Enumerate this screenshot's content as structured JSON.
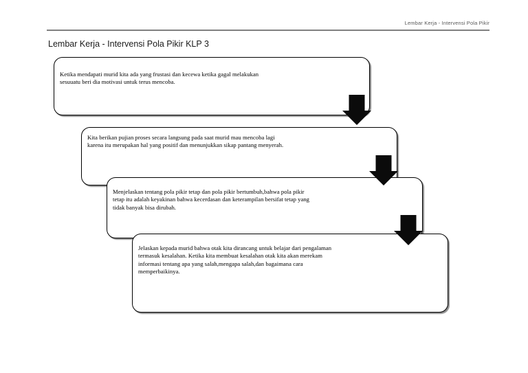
{
  "header": {
    "running_header": "Lembar Kerja - Intervensi Pola Pikir",
    "title": "Lembar Kerja - Intervensi Pola Pikir KLP 3"
  },
  "flow": {
    "steps": [
      {
        "id": "step-1",
        "text": "Ketika mendapati murid kita ada yang frustasi dan kecewa ketika gagal melakukan\nsesuuatu beri dia motivasi untuk terus mencoba."
      },
      {
        "id": "step-2",
        "text": "Kita berikan pujian proses secara langsung pada saat murid mau mencoba lagi\nkarena itu merupakan hal yang positif dan menunjukkan sikap pantang menyerah."
      },
      {
        "id": "step-3",
        "text": "Menjelaskan tentang pola pikir tetap dan pola pikir bertumbuh,bahwa pola pikir\ntetap itu adalah keyakinan bahwa kecerdasan dan keterampilan bersifat tetap yang\ntidak banyak bisa dirubah."
      },
      {
        "id": "step-4",
        "text": "Jelaskan kepada murid bahwa otak kita dirancang untuk belajar dari pengalaman\ntermasuk kesalahan. Ketika kita membuat kesalahan otak kita akan merekam\ninformasi tentang apa yang salah,mengapa salah,dan bagaimana cara\nmemperbaikinya."
      }
    ],
    "connectors": [
      {
        "id": "connector-1",
        "icon": "arrow-down-icon"
      },
      {
        "id": "connector-2",
        "icon": "arrow-down-icon"
      },
      {
        "id": "connector-3",
        "icon": "arrow-down-icon"
      }
    ]
  },
  "colors": {
    "page_background": "#ffffff",
    "box_border": "#000000",
    "arrow_fill": "#0b0b0b",
    "rule": "#808080",
    "header_text": "#595959",
    "body_text": "#000000"
  }
}
